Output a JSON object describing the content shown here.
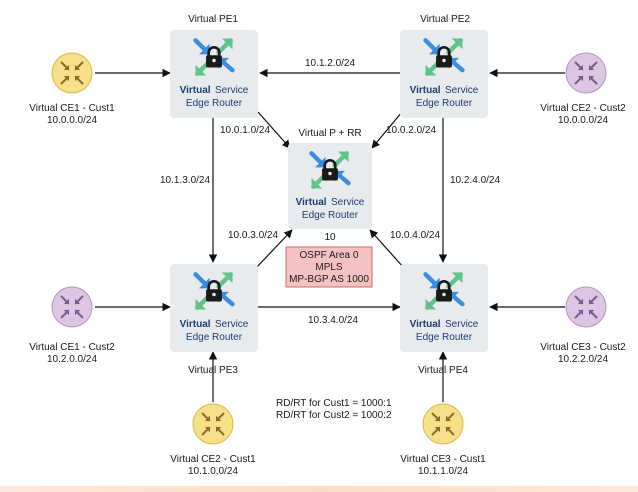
{
  "router_text": {
    "virtual": "Virtual",
    "service": "Service",
    "edge": "Edge Router"
  },
  "pe_routers": {
    "pe1": {
      "title": "Virtual PE1"
    },
    "pe2": {
      "title": "Virtual PE2"
    },
    "pe3": {
      "title": "Virtual PE3"
    },
    "pe4": {
      "title": "Virtual PE4"
    },
    "prr": {
      "title": "Virtual P + RR"
    }
  },
  "ce_routers": {
    "ce1_c1": {
      "name": "Virtual CE1 - Cust1",
      "subnet": "10.0.0.0/24",
      "color": "#f7e08a",
      "stroke": "#d9b84a"
    },
    "ce2_c2": {
      "name": "Virtual CE2 - Cust2",
      "subnet": "10.0.0.0/24",
      "color": "#ddc5e4",
      "stroke": "#b496c0"
    },
    "ce1_c2": {
      "name": "Virtual CE1 - Cust2",
      "subnet": "10.2.0.0/24",
      "color": "#ddc5e4",
      "stroke": "#b496c0"
    },
    "ce3_c2": {
      "name": "Virtual CE3 - Cust2",
      "subnet": "10.2.2.0/24",
      "color": "#ddc5e4",
      "stroke": "#b496c0"
    },
    "ce2_c1": {
      "name": "Virtual CE2 - Cust1",
      "subnet": "10.1.0.0/24",
      "color": "#f7e08a",
      "stroke": "#d9b84a"
    },
    "ce3_c1": {
      "name": "Virtual CE3 - Cust1",
      "subnet": "10.1.1.0/24",
      "color": "#f7e08a",
      "stroke": "#d9b84a"
    }
  },
  "links": {
    "pe2_pe1": "10.1.2.0/24",
    "pe1_prr": "10.0.1.0/24",
    "pe2_prr": "10.0.2.0/24",
    "pe1_pe3": "10.1.3.0/24",
    "pe2_pe4": "10.2.4.0/24",
    "pe3_prr": "10.0.3.0/24",
    "pe4_prr": "10.0.4.0/24",
    "pe3_pe4": "10.3.4.0/24"
  },
  "area_number": "10",
  "protocol_box": {
    "lines": [
      "OSPF Area 0",
      "MPLS",
      "MP-BGP AS 1000"
    ],
    "fill": "#f4c2c2",
    "stroke": "#d46a6a"
  },
  "rd_rt": {
    "cust1": "RD/RT for Cust1 = 1000:1",
    "cust2": "RD/RT for Cust2 = 1000:2"
  },
  "colors": {
    "router_tile": "#e8ebee",
    "arrow_blue": "#3b8de0",
    "arrow_green": "#5ec48a",
    "lock": "#1a1a1a"
  }
}
